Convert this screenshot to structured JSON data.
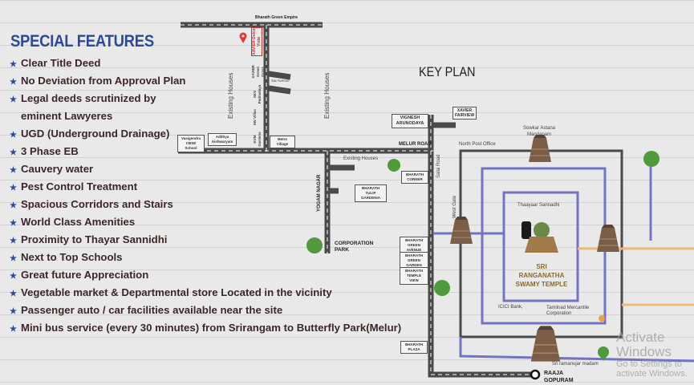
{
  "features": {
    "title": "SPECIAL FEATURES",
    "items": [
      "Clear Title Deed",
      "No Deviation from Approval Plan",
      "Legal deeds scrutinized by",
      "eminent Lawyeres",
      "UGD (Underground Drainage)",
      "3 Phase EB",
      "Cauvery water",
      "Pest Control Treatment",
      "Spacious Corridors and Stairs",
      "World Class Amenities",
      "Proximity to Thayar Sannidhi",
      "Next to Top Schools",
      "Great future Appreciation",
      "Vegetable market & Departmental store Located in the vicinity",
      "Passenger auto / car facilities available near the site",
      "Mini bus service (every 30 minutes) from Srirangam to Butterfly Park(Melur)"
    ]
  },
  "map": {
    "title": "KEY PLAN",
    "labels": {
      "bharath_green_empire": "Bharath Green Empire",
      "xavier_dolce_vista": "XAVIER Dolce Vista",
      "xavier_green_grass": "XAVIER Green Grass",
      "sai_avenue": "Sai Avenue",
      "skv_padmalaya": "SKV Padmalaya",
      "mv_villas": "MV Villas",
      "kvm_gardens": "KVM Gardens",
      "existing_houses_1": "Existing Houses",
      "existing_houses_2": "Existing Houses",
      "existing_houses_3": "Existing Houses",
      "vasigendra": "Vasigendra CBSE School",
      "adithya": "Adithya Aishwaryam",
      "metro_village": "Metro Village",
      "yogam_nagar": "YOGAM NAGAR",
      "melur_road": "MELUR ROAD",
      "vignesh": "VIGNESH ARUNODAYA",
      "xavier_fairview": "XAVIER FAIRVIEW",
      "bharath_corner": "BHARATH CORNER",
      "bharath_tulip": "BHARATH TULIP GARDENIA",
      "corporation_park": "CORPORATION PARK",
      "sala_road": "Salai Road",
      "north_post_office": "North Post Office",
      "sowkar": "Sowkar Astana Mandapam",
      "west_gate": "West Gate",
      "thaayar": "Thaayaar Sannadhi",
      "temple": "SRI RANGANATHA SWAMY TEMPLE",
      "bharath_green_avenue": "BHARATH GREEN AVENUE",
      "bharath_green_garden": "BHARATH GREEN GARDEN",
      "bharath_temple_view": "BHARATH TEMPLE VIEW",
      "bharath_plaza": "BHARATH PLAZA",
      "icici": "ICICI Bank,",
      "tmc": "Tamilnad Mercantile Corporation",
      "ramanujar": "Sri ramanujar madam",
      "raaja_gopuram": "RAAJA GOPURAM"
    },
    "colors": {
      "road": "#4a4a4a",
      "inner_road": "#7472c4",
      "orange_road": "#f0b97a",
      "site_marker": "#e53935",
      "tree": "#4f9a3a"
    }
  },
  "watermark": {
    "line1": "Activate Windows",
    "line2": "Go to Settings to activate Windows."
  }
}
